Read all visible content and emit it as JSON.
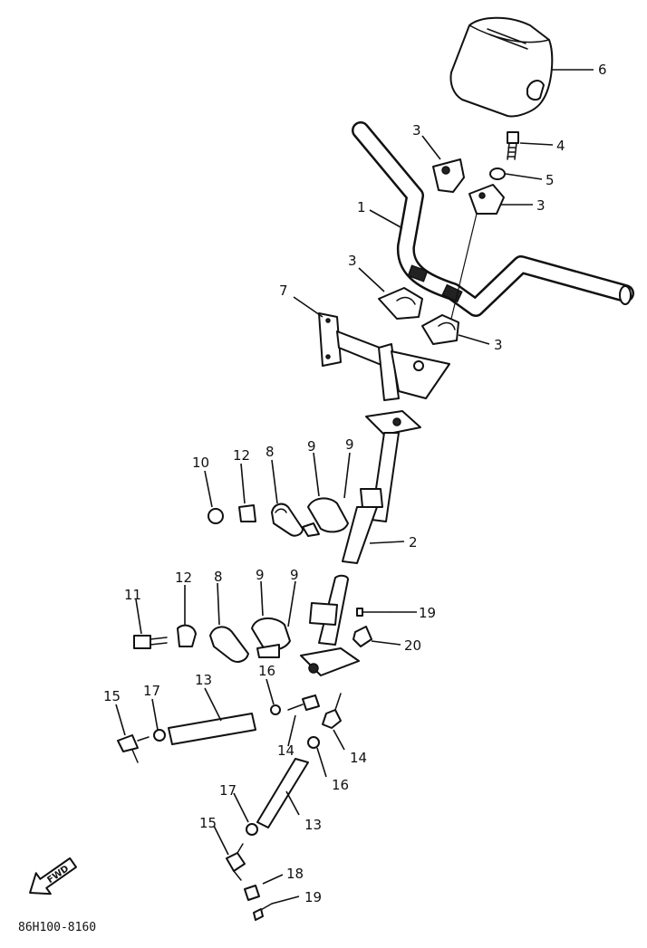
{
  "callouts": [
    {
      "id": "c6",
      "text": "6"
    },
    {
      "id": "c4",
      "text": "4"
    },
    {
      "id": "c5",
      "text": "5"
    },
    {
      "id": "c3a",
      "text": "3"
    },
    {
      "id": "c3b",
      "text": "3"
    },
    {
      "id": "c3c",
      "text": "3"
    },
    {
      "id": "c3d",
      "text": "3"
    },
    {
      "id": "c1",
      "text": "1"
    },
    {
      "id": "c7",
      "text": "7"
    },
    {
      "id": "c10",
      "text": "10"
    },
    {
      "id": "c12a",
      "text": "12"
    },
    {
      "id": "c8a",
      "text": "8"
    },
    {
      "id": "c9a",
      "text": "9"
    },
    {
      "id": "c9b",
      "text": "9"
    },
    {
      "id": "c2",
      "text": "2"
    },
    {
      "id": "c11",
      "text": "11"
    },
    {
      "id": "c12b",
      "text": "12"
    },
    {
      "id": "c8b",
      "text": "8"
    },
    {
      "id": "c9c",
      "text": "9"
    },
    {
      "id": "c9d",
      "text": "9"
    },
    {
      "id": "c19a",
      "text": "19"
    },
    {
      "id": "c20",
      "text": "20"
    },
    {
      "id": "c13a",
      "text": "13"
    },
    {
      "id": "c16a",
      "text": "16"
    },
    {
      "id": "c15a",
      "text": "15"
    },
    {
      "id": "c17a",
      "text": "17"
    },
    {
      "id": "c14a",
      "text": "14"
    },
    {
      "id": "c14b",
      "text": "14"
    },
    {
      "id": "c16b",
      "text": "16"
    },
    {
      "id": "c13b",
      "text": "13"
    },
    {
      "id": "c17b",
      "text": "17"
    },
    {
      "id": "c15b",
      "text": "15"
    },
    {
      "id": "c18",
      "text": "18"
    },
    {
      "id": "c19b",
      "text": "19"
    }
  ],
  "fwd_label": "FWD",
  "drawing_code": "86H100-8160"
}
